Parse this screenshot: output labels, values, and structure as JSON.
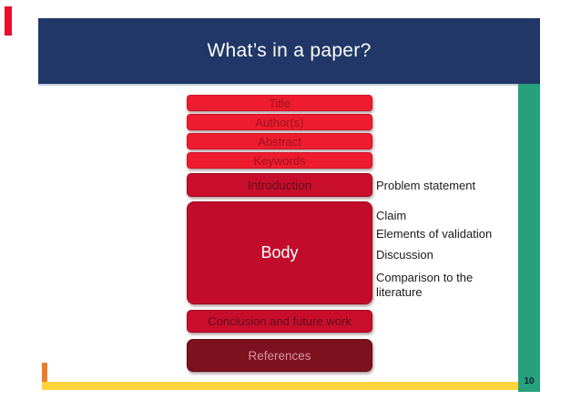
{
  "title_bar": {
    "text": "What’s in a paper?"
  },
  "page_number": "10",
  "diagram": {
    "front_matter_bars": [
      {
        "label": "Title"
      },
      {
        "label": "Author(s)"
      },
      {
        "label": "Abstract"
      },
      {
        "label": "Keywords"
      }
    ],
    "section_boxes": [
      {
        "label": "Introduction"
      },
      {
        "label": "Body"
      },
      {
        "label": "Conclusion and future work"
      },
      {
        "label": "References"
      }
    ],
    "annotations": [
      {
        "label": "Problem statement"
      },
      {
        "label": "Claim"
      },
      {
        "label": "Elements of validation"
      },
      {
        "label": "Discussion"
      },
      {
        "label": "Comparison to the literature"
      }
    ]
  },
  "colors": {
    "header_navy": "#203768",
    "bright_red": "#EE1C2E",
    "crimson": "#C10D2B",
    "dark_maroon": "#7E1120",
    "teal": "#26A17B",
    "yellow": "#FFD43C",
    "orange": "#E87E2B",
    "accent_red": "#E8112D"
  }
}
